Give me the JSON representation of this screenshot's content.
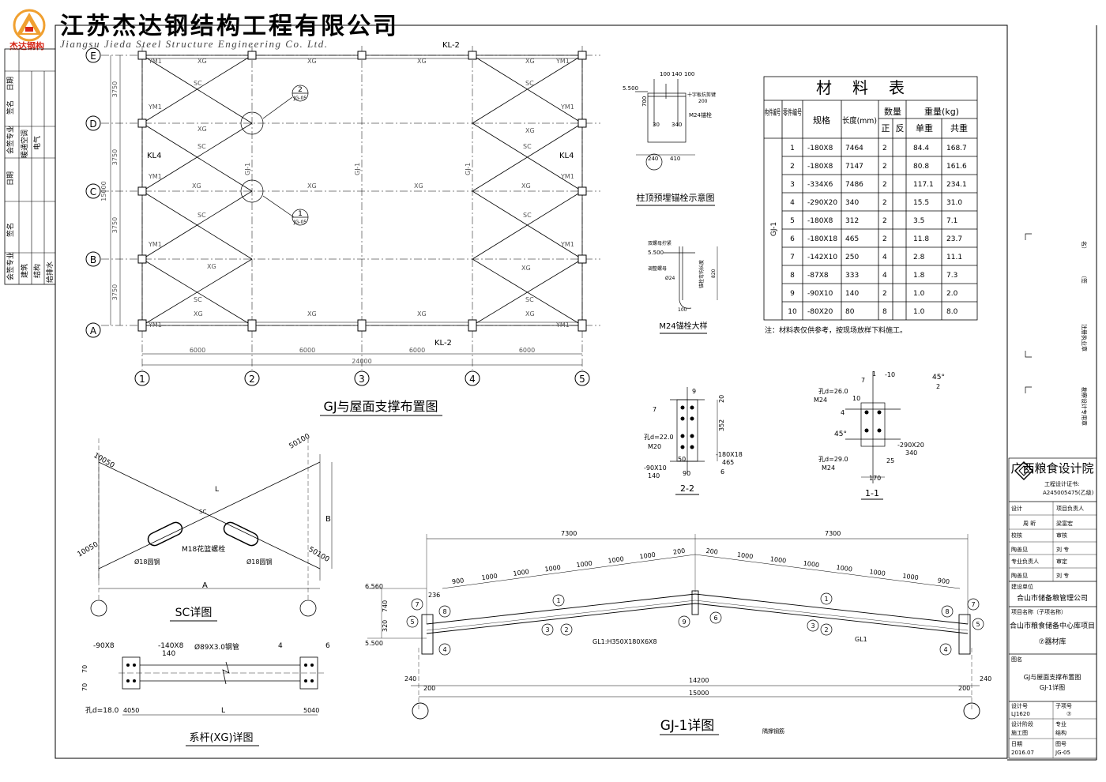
{
  "header": {
    "logo_label": "杰达钢构",
    "company_cn": "江苏杰达钢结构工程有限公司",
    "company_en": "Jiangsu Jieda Steel Structure Engineering Co. Ltd."
  },
  "left_strip": {
    "labels": [
      "日期",
      "签名",
      "会签专业",
      "暖通空调",
      "电气",
      "日期",
      "签名",
      "会签专业",
      "建筑",
      "结构",
      "给排水"
    ]
  },
  "plan": {
    "title": "GJ与屋面支撑布置图",
    "axes_row": [
      "E",
      "D",
      "C",
      "B",
      "A"
    ],
    "axes_col": [
      "1",
      "2",
      "3",
      "4",
      "5"
    ],
    "bay_dims": [
      "6000",
      "6000",
      "6000",
      "6000"
    ],
    "total_dim": "24000",
    "row_dims": [
      "3750",
      "3750",
      "3750",
      "3750"
    ],
    "row_total": "15000",
    "kl_top": "KL-2",
    "kl_bottom": "KL-2",
    "kl4": "KL4",
    "ym1": "YM1",
    "xg": "XG",
    "sc": "SC",
    "gj": "GJ-1",
    "callout_1_num": "1",
    "callout_2_num": "2",
    "callout_ref": "JG-05"
  },
  "anchor_top": {
    "title": "柱顶预埋锚栓示意图",
    "dims": [
      "100",
      "140",
      "100",
      "340",
      "700",
      "30",
      "240",
      "410"
    ],
    "elev": "5.500",
    "note1": "十字板抗剪键",
    "note2": "M24锚栓",
    "note3": "200"
  },
  "anchor_detail": {
    "title": "M24锚栓大样",
    "elev": "5.500",
    "labels": [
      "双螺母拧紧",
      "调整螺母",
      "Ø24",
      "锚栓弯钩长度",
      "820",
      "100"
    ]
  },
  "material_table": {
    "title": "材料表",
    "h_member": "构件编号",
    "h_part": "零件编号",
    "h_spec": "规格",
    "h_len": "长度(mm)",
    "h_qty": "数量",
    "h_qty_a": "正",
    "h_qty_b": "反",
    "h_weight": "重量(kg)",
    "h_unit": "单重",
    "h_total": "共重",
    "member": "GJ-1",
    "rows": [
      [
        "1",
        "-180X8",
        "7464",
        "2",
        "84.4",
        "168.7"
      ],
      [
        "2",
        "-180X8",
        "7147",
        "2",
        "80.8",
        "161.6"
      ],
      [
        "3",
        "-334X6",
        "7486",
        "2",
        "117.1",
        "234.1"
      ],
      [
        "4",
        "-290X20",
        "340",
        "2",
        "15.5",
        "31.0"
      ],
      [
        "5",
        "-180X8",
        "312",
        "2",
        "3.5",
        "7.1"
      ],
      [
        "6",
        "-180X18",
        "465",
        "2",
        "11.8",
        "23.7"
      ],
      [
        "7",
        "-142X10",
        "250",
        "4",
        "2.8",
        "11.1"
      ],
      [
        "8",
        "-87X8",
        "333",
        "4",
        "1.8",
        "7.3"
      ],
      [
        "9",
        "-90X10",
        "140",
        "2",
        "1.0",
        "2.0"
      ],
      [
        "10",
        "-80X20",
        "80",
        "8",
        "1.0",
        "8.0"
      ]
    ],
    "note": "注：材料表仅供参考，按现场放样下料施工。"
  },
  "section_22": {
    "title": "2-2",
    "labels": [
      "孔d=22.0",
      "M20",
      "-90X10",
      "140",
      "-180X18",
      "465",
      "50",
      "90",
      "352",
      "20",
      "7",
      "9",
      "6"
    ]
  },
  "section_11": {
    "title": "1-1",
    "labels": [
      "孔d=26.0",
      "M24",
      "孔d=29.0",
      "M24",
      "-290X20",
      "340",
      "170",
      "45°",
      "45°",
      "10",
      "4",
      "2",
      "7",
      "1",
      "-10",
      "25"
    ]
  },
  "sc_detail": {
    "title": "SC详图",
    "L": "L",
    "A": "A",
    "B": "B",
    "sc": "SC",
    "bolt": "M18花篮螺栓",
    "rod": "Ø18圆钢",
    "d1": "10050",
    "d2": "50100",
    "d3": "10050",
    "d4": "50100"
  },
  "xg_detail": {
    "title": "系杆(XG)详图",
    "p1": "-90X8",
    "p2": "-140X8",
    "p3": "140",
    "pipe": "Ø89X3.0钢管",
    "n4": "4",
    "n6": "6",
    "hole": "孔d=18.0",
    "L": "L",
    "d_a": "4050",
    "d_b": "5040",
    "v1": "70",
    "v2": "70"
  },
  "gj_detail": {
    "title": "GJ-1详图",
    "half1": "7300",
    "half2": "7300",
    "spans_left": [
      "900",
      "1000",
      "1000",
      "1000",
      "1000",
      "1000",
      "1000",
      "200"
    ],
    "spans_right": [
      "200",
      "1000",
      "1000",
      "1000",
      "1000",
      "1000",
      "1000",
      "900"
    ],
    "elev_top": "6.560",
    "elev_bot": "5.500",
    "h1": "740",
    "h2": "320",
    "h3": "236",
    "beam": "GL1:H350X180X6X8",
    "beam2": "GL1",
    "bottom_dims": [
      "240",
      "200",
      "14200",
      "200",
      "240"
    ],
    "total": "15000",
    "note": "隅撑钢筋",
    "callouts": [
      "1",
      "2",
      "3",
      "4",
      "5",
      "6",
      "7",
      "8",
      "9"
    ]
  },
  "title_block": {
    "institute": "广西粮食设计院",
    "cert_label": "工程设计证书:",
    "cert_no": "A245005475(乙级)",
    "design_label": "设计",
    "design_name": "周 昕",
    "proj_lead_label": "项目负责人",
    "proj_lead_name": "梁富宏",
    "check_label": "校核",
    "check_name": "陶善见",
    "review_label": "审核",
    "review_name": "刘 专",
    "spec_lead_label": "专业负责人",
    "spec_lead_name": "陶善见",
    "approve_label": "审定",
    "approve_name": "刘 专",
    "client_label": "建设单位",
    "client": "合山市储备粮管理公司",
    "project_label": "项目名称（子项名称）",
    "project": "合山市粮食储备中心库项目",
    "sub_project": "⑦器材库",
    "drawing_name_label": "图名",
    "drawing_name": "GJ与屋面支撑布置图",
    "drawing_name2": "GJ-1详图",
    "design_no_label": "设计号",
    "design_no": "LJ1620",
    "sub_no_label": "子项号",
    "sub_no": "⑦",
    "stage_label": "设计阶段",
    "stage": "施工图",
    "discipline_label": "专业",
    "discipline": "结构",
    "date_label": "日期",
    "date": "2016.07",
    "sheet_label": "图号",
    "sheet": "JG-05"
  },
  "stamp_area": {
    "labels": [
      "注册执业章",
      "勘察设计专用章",
      "（签",
      "名）"
    ]
  }
}
